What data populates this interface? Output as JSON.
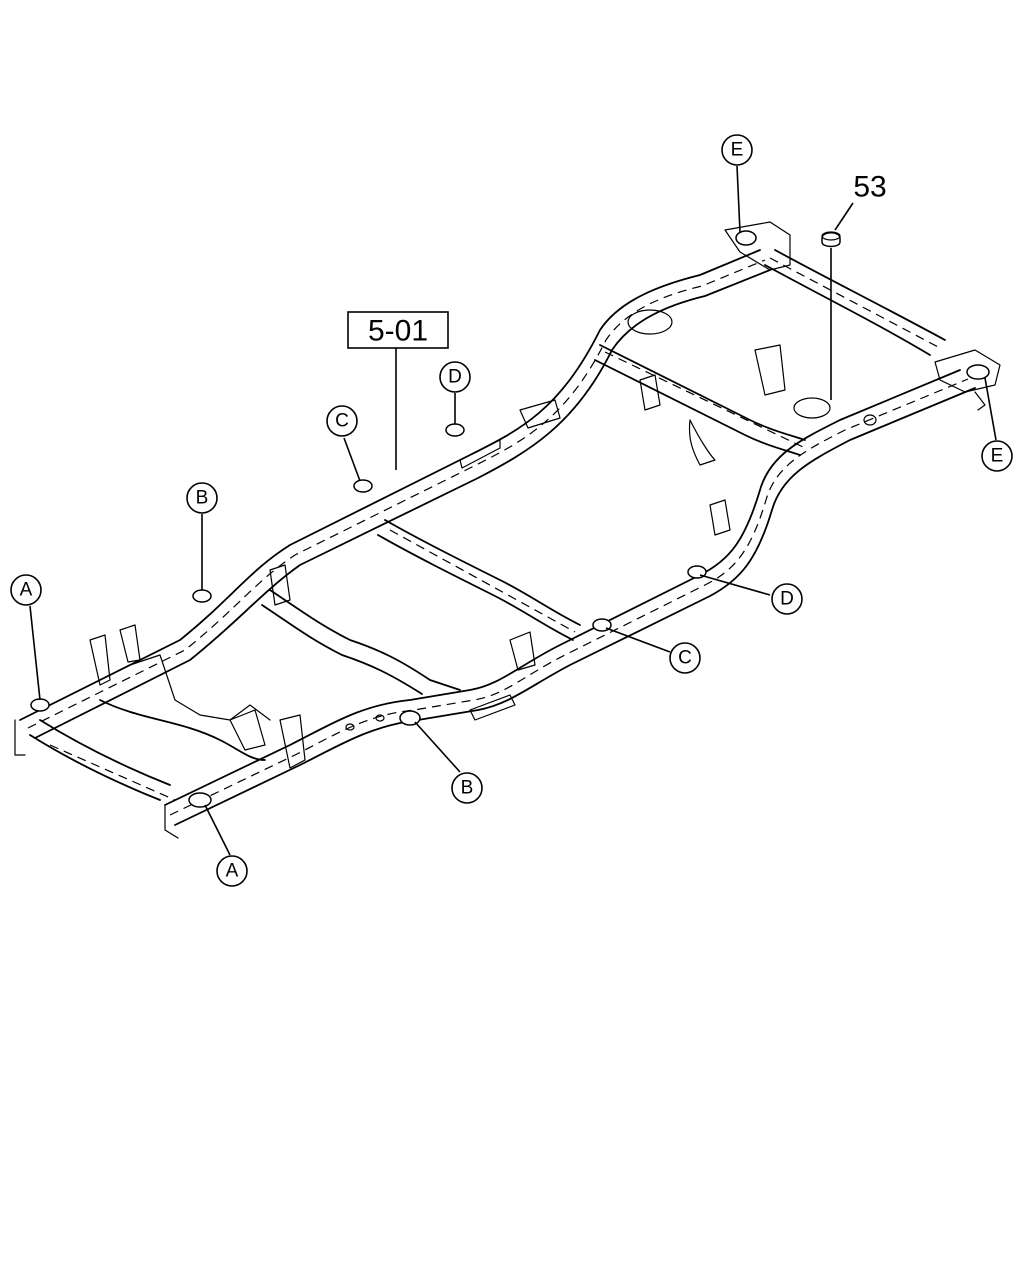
{
  "diagram": {
    "reference_box": "5-01",
    "part_number": "53",
    "callouts": {
      "a_left": "A",
      "a_bottom": "A",
      "b_upper": "B",
      "b_lower": "B",
      "c_upper": "C",
      "c_lower": "C",
      "d_upper": "D",
      "d_lower": "D",
      "e_top": "E",
      "e_right": "E"
    }
  }
}
